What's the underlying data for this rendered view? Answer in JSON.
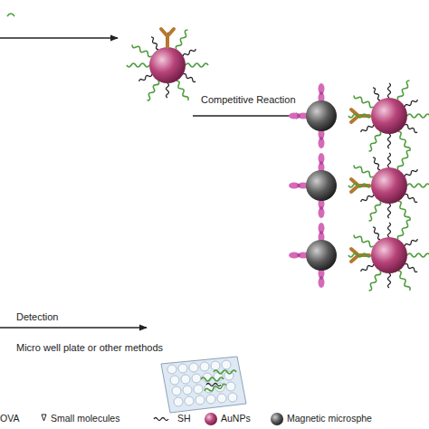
{
  "diagram": {
    "labels": [
      "Competitive Reaction",
      "Detection",
      "Micro well plate or other methods"
    ],
    "legend": [
      {
        "text": "OVA"
      },
      {
        "text": "Small molecules"
      },
      {
        "text": "SH"
      },
      {
        "text": "AuNPs"
      },
      {
        "text": "Magnetic microsphe"
      }
    ]
  }
}
